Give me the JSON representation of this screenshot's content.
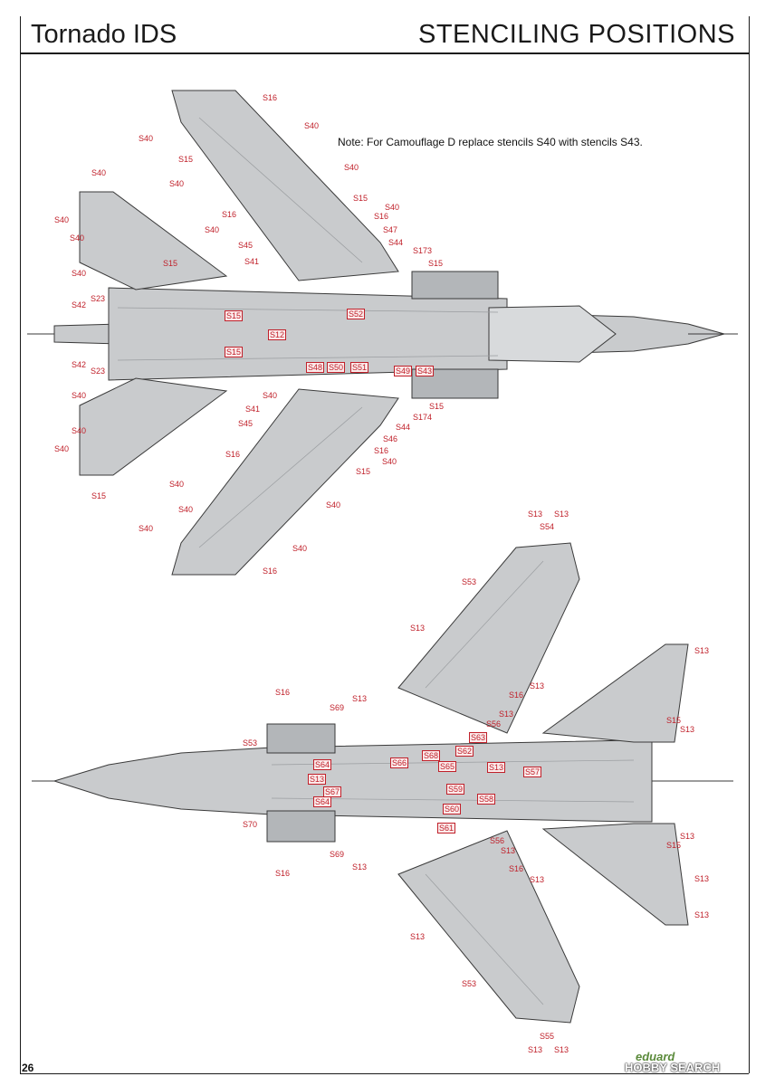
{
  "header": {
    "title_left": "Tornado IDS",
    "title_right": "STENCILING POSITIONS"
  },
  "note": "Note: For Camouflage D replace stencils S40 with stencils S43.",
  "footer": {
    "page_number": "26",
    "brand": "eduard",
    "watermark": "HOBBY SEARCH"
  },
  "colors": {
    "aircraft": "#c9cbcd",
    "aircraft_dark": "#b3b6b9",
    "outline": "#3a3a3a",
    "label": "#c0202a"
  },
  "top_view_labels": [
    "S16",
    "S40",
    "S40",
    "S15",
    "S40",
    "S40",
    "S15",
    "S40",
    "S40",
    "S16",
    "S40",
    "S16",
    "S40",
    "S45",
    "S47",
    "S44",
    "S41",
    "S173",
    "S40",
    "S15",
    "S15",
    "S40",
    "S23",
    "S42",
    "S15",
    "S52",
    "S12",
    "S15",
    "S42",
    "S23",
    "S48",
    "S50",
    "S51",
    "S49",
    "S43",
    "S40",
    "S40",
    "S15",
    "S41",
    "S174",
    "S45",
    "S44",
    "S40",
    "S46",
    "S16",
    "S16",
    "S40",
    "S15",
    "S40",
    "S40",
    "S40",
    "S15",
    "S40",
    "S40",
    "S40",
    "S16"
  ],
  "bottom_view_labels": [
    "S13",
    "S13",
    "S54",
    "S53",
    "S13",
    "S13",
    "S13",
    "S16",
    "S13",
    "S69",
    "S16",
    "S13",
    "S56",
    "S15",
    "S13",
    "S63",
    "S62",
    "S53",
    "S68",
    "S64",
    "S66",
    "S65",
    "S13",
    "S57",
    "S13",
    "S64",
    "S59",
    "S67",
    "S58",
    "S60",
    "S70",
    "S61",
    "S13",
    "S56",
    "S13",
    "S15",
    "S69",
    "S13",
    "S16",
    "S16",
    "S13",
    "S13",
    "S13",
    "S13",
    "S53",
    "S55",
    "S13",
    "S13"
  ]
}
